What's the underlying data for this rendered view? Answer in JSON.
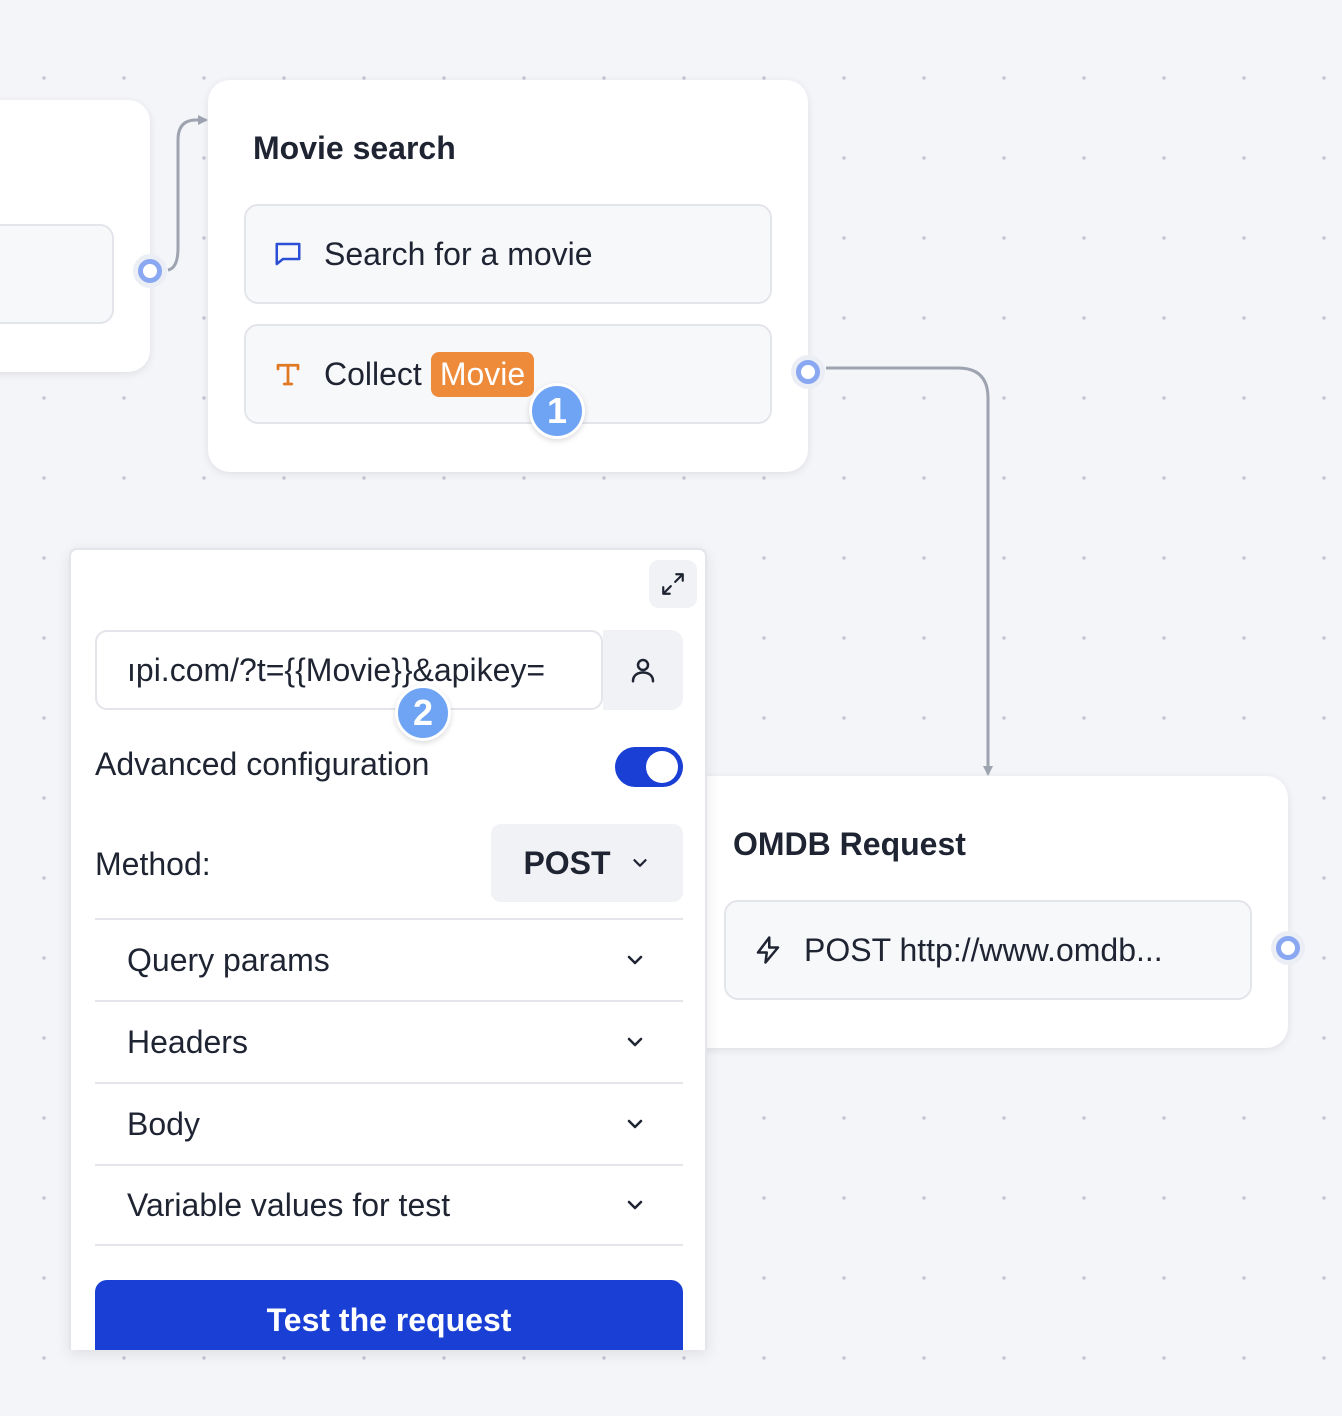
{
  "movie_search_node": {
    "title": "Movie search",
    "blocks": {
      "message": {
        "label": "Search for a movie",
        "icon": "chat-bubble-icon"
      },
      "collect": {
        "label": "Collect",
        "variable": "Movie",
        "icon": "text-input-icon"
      }
    }
  },
  "omdb_node": {
    "title": "OMDB Request",
    "block": {
      "label": "POST http://www.omdb...",
      "icon": "lightning-icon"
    }
  },
  "badges": {
    "first": "1",
    "second": "2"
  },
  "webhook_panel": {
    "url_value": "ıpi.com/?t={{Movie}}&apikey=",
    "advanced_label": "Advanced configuration",
    "advanced_enabled": true,
    "method_label": "Method:",
    "method_value": "POST",
    "sections": {
      "query": "Query params",
      "headers": "Headers",
      "body": "Body",
      "variables": "Variable values for test"
    },
    "test_button": "Test the request"
  },
  "colors": {
    "canvas_bg": "#f4f5f8",
    "accent_blue": "#1a3fd4",
    "variable_tag": "#ee8b3a",
    "badge_blue": "#6fa4f4",
    "port_ring": "#8aa7f2",
    "edge": "#9ea3b0"
  }
}
